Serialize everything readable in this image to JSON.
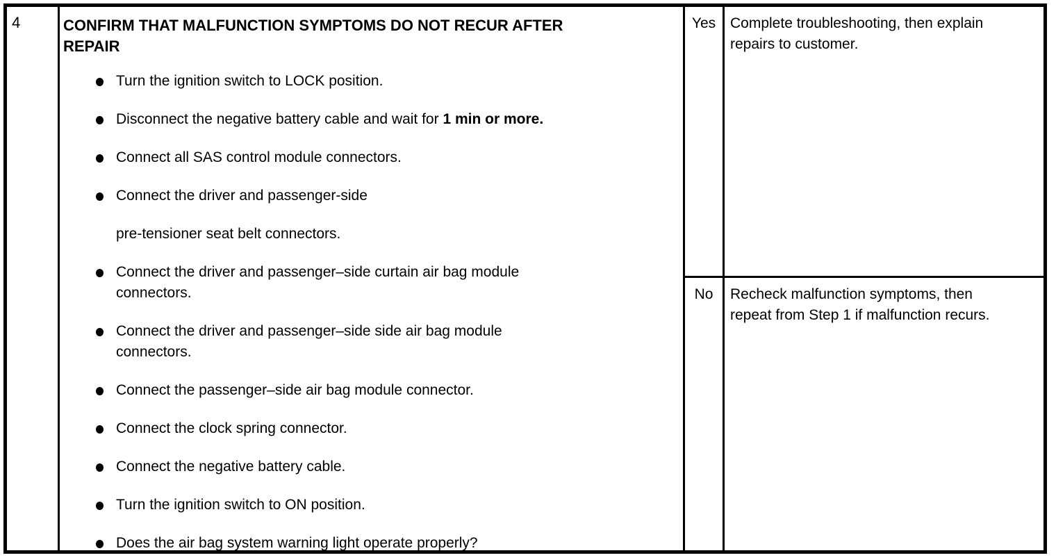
{
  "page": {
    "background_color": "#ffffff",
    "ink_color": "#000000"
  },
  "step": {
    "number": "4",
    "title_lines": [
      "CONFIRM THAT MALFUNCTION SYMPTOMS DO NOT RECUR AFTER",
      "REPAIR"
    ],
    "bullets": [
      {
        "lines": [
          "Turn the ignition switch to LOCK position."
        ]
      },
      {
        "pre": "Disconnect the negative battery cable and wait for ",
        "bold": "1 min or more."
      },
      {
        "lines": [
          "Connect all SAS control module connectors."
        ]
      },
      {
        "lines": [
          "Connect the driver and passenger-side",
          "pre-tensioner seat belt connectors."
        ]
      },
      {
        "lines": [
          "Connect the driver and passenger–side curtain air bag module",
          "connectors."
        ]
      },
      {
        "lines": [
          "Connect the driver and passenger–side side air bag module",
          "connectors."
        ]
      },
      {
        "lines": [
          "Connect the passenger–side air bag module connector."
        ]
      },
      {
        "lines": [
          "Connect the clock spring connector."
        ]
      },
      {
        "lines": [
          "Connect the negative battery cable."
        ]
      },
      {
        "lines": [
          "Turn the ignition switch to ON position."
        ]
      },
      {
        "lines": [
          "Does the air bag system warning light operate properly?"
        ]
      }
    ],
    "results": [
      {
        "verdict": "Yes",
        "action_lines": [
          "Complete troubleshooting, then explain",
          "repairs to customer."
        ]
      },
      {
        "verdict": "No",
        "action_lines": [
          "Recheck malfunction symptoms, then",
          "repeat from Step 1 if malfunction recurs."
        ]
      }
    ]
  }
}
